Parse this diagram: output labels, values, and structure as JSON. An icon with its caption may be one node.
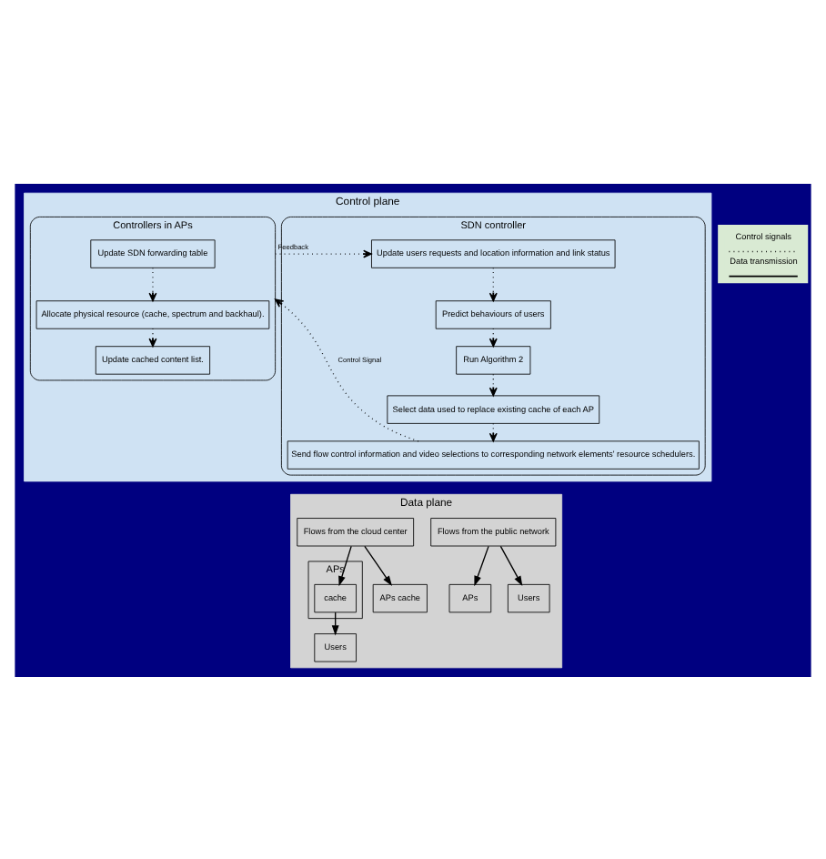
{
  "diagram": {
    "nodes": [
      {
        "text": [
          "Control plane"
        ]
      },
      {
        "text": [
          "SDN controller"
        ],
        "in": 0
      },
      {
        "text": [
          "Update users requests and location information and link status"
        ],
        "in": 1
      },
      {
        "text": [
          "Predict behaviours of users"
        ],
        "in": 1
      },
      {
        "text": [
          "Run Algorithm 2"
        ],
        "in": 1
      },
      {
        "text": [
          "Select data used to replace existing cache of each AP"
        ],
        "in": 1
      },
      {
        "text": [
          "Send flow control information and video selections to corresponding network elements' resource schedulers."
        ],
        "in": 1
      },
      {
        "text": [
          "Controllers in APs"
        ],
        "in": 0
      },
      {
        "text": [
          "Update SDN forwarding table"
        ],
        "in": 7
      },
      {
        "text": [
          "Allocate physical resource (cache, spectrum and backhaul)."
        ],
        "in": 7
      },
      {
        "text": [
          "Update cached content list."
        ],
        "in": 7
      },
      {
        "text": [
          "Data plane"
        ]
      },
      {
        "text": [
          "Flows from the public network"
        ],
        "in": 11
      },
      {
        "text": [
          "Flows from the cloud center"
        ],
        "in": 11
      },
      {
        "text": [
          "APs"
        ],
        "in": 11
      },
      {
        "text": [
          "cache"
        ],
        "in": 14
      },
      {
        "text": [
          "APs"
        ],
        "in": 11
      },
      {
        "text": [
          "Users"
        ],
        "in": 11
      },
      {
        "text": [
          "Users"
        ],
        "in": 11
      },
      {
        "text": [
          "APs cache"
        ],
        "in": 11
      }
    ],
    "edges": [
      {
        "from": 2,
        "to": 3,
        "arrow": "to",
        "style": "dashed"
      },
      {
        "from": 3,
        "to": 4,
        "arrow": "to",
        "style": "dashed"
      },
      {
        "from": 4,
        "to": 5,
        "arrow": "to",
        "style": "dashed"
      },
      {
        "from": 5,
        "to": 6,
        "arrow": "to",
        "style": "dashed"
      },
      {
        "from": 7,
        "to": 2,
        "arrow": "to",
        "style": "dashed",
        "label": "Feedback"
      },
      {
        "from": 6,
        "to": 7,
        "arrow": "to",
        "style": "dashed",
        "label": "Control Signal"
      },
      {
        "from": 8,
        "to": 9,
        "arrow": "to",
        "style": "dashed"
      },
      {
        "from": 9,
        "to": 10,
        "arrow": "to",
        "style": "dashed"
      },
      {
        "from": 12,
        "to": 16,
        "arrow": "to"
      },
      {
        "from": 12,
        "to": 17,
        "arrow": "to"
      },
      {
        "from": 13,
        "to": 15,
        "arrow": "to"
      },
      {
        "from": 15,
        "to": 18,
        "arrow": "to"
      },
      {
        "from": 13,
        "to": 19,
        "arrow": "to"
      }
    ],
    "legend": [
      {
        "text": "Control signals"
      },
      {
        "text": "Data transmission"
      }
    ]
  }
}
